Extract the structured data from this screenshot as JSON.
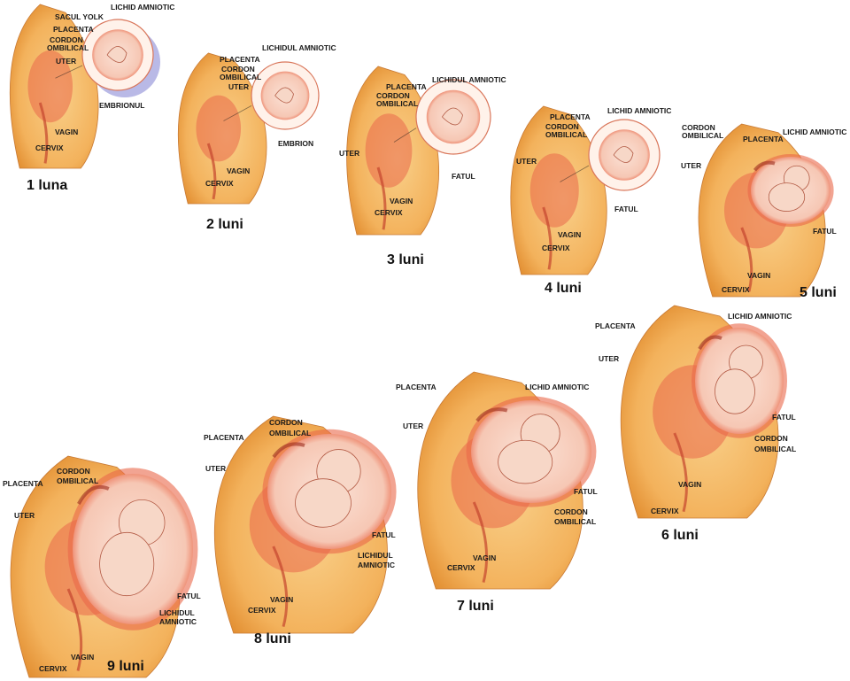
{
  "colors": {
    "skin": "#f3b25c",
    "skin_dark": "#e08a2c",
    "uterus": "#e9684a",
    "amniotic": "#f6c7b4",
    "fetus": "#f7d7c7",
    "sac_blue": "#b9b9e6"
  },
  "stages": [
    {
      "caption": "1 luna",
      "labels": [
        "SACUL YOLK",
        "LICHID AMNIOTIC",
        "PLACENTA",
        "CORDON OMBILICAL",
        "UTER",
        "EMBRIONUL",
        "VAGIN",
        "CERVIX"
      ]
    },
    {
      "caption": "2 luni",
      "labels": [
        "PLACENTA",
        "LICHIDUL AMNIOTIC",
        "CORDON OMBILICAL",
        "UTER",
        "EMBRION",
        "VAGIN",
        "CERVIX"
      ]
    },
    {
      "caption": "3 luni",
      "labels": [
        "LICHIDUL AMNIOTIC",
        "PLACENTA",
        "CORDON OMBILICAL",
        "UTER",
        "FATUL",
        "VAGIN",
        "CERVIX"
      ]
    },
    {
      "caption": "4 luni",
      "labels": [
        "LICHID AMNIOTIC",
        "PLACENTA",
        "CORDON OMBILICAL",
        "UTER",
        "FATUL",
        "VAGIN",
        "CERVIX"
      ]
    },
    {
      "caption": "5 luni",
      "labels": [
        "CORDON OMBILICAL",
        "PLACENTA",
        "LICHID AMNIOTIC",
        "UTER",
        "FATUL",
        "VAGIN",
        "CERVIX"
      ]
    },
    {
      "caption": "6 luni",
      "labels": [
        "LICHID AMNIOTIC",
        "PLACENTA",
        "UTER",
        "FATUL",
        "CORDON OMBILICAL",
        "VAGIN",
        "CERVIX"
      ]
    },
    {
      "caption": "7 luni",
      "labels": [
        "PLACENTA",
        "LICHID AMNIOTIC",
        "UTER",
        "FATUL",
        "CORDON OMBILICAL",
        "VAGIN",
        "CERVIX"
      ]
    },
    {
      "caption": "8 luni",
      "labels": [
        "CORDON OMBILICAL",
        "PLACENTA",
        "UTER",
        "FATUL",
        "LICHIDUL AMNIOTIC",
        "VAGIN",
        "CERVIX"
      ]
    },
    {
      "caption": "9 luni",
      "labels": [
        "CORDON OMBILICAL",
        "PLACENTA",
        "UTER",
        "FATUL",
        "LICHIDUL AMNIOTIC",
        "VAGIN",
        "CERVIX"
      ]
    }
  ]
}
